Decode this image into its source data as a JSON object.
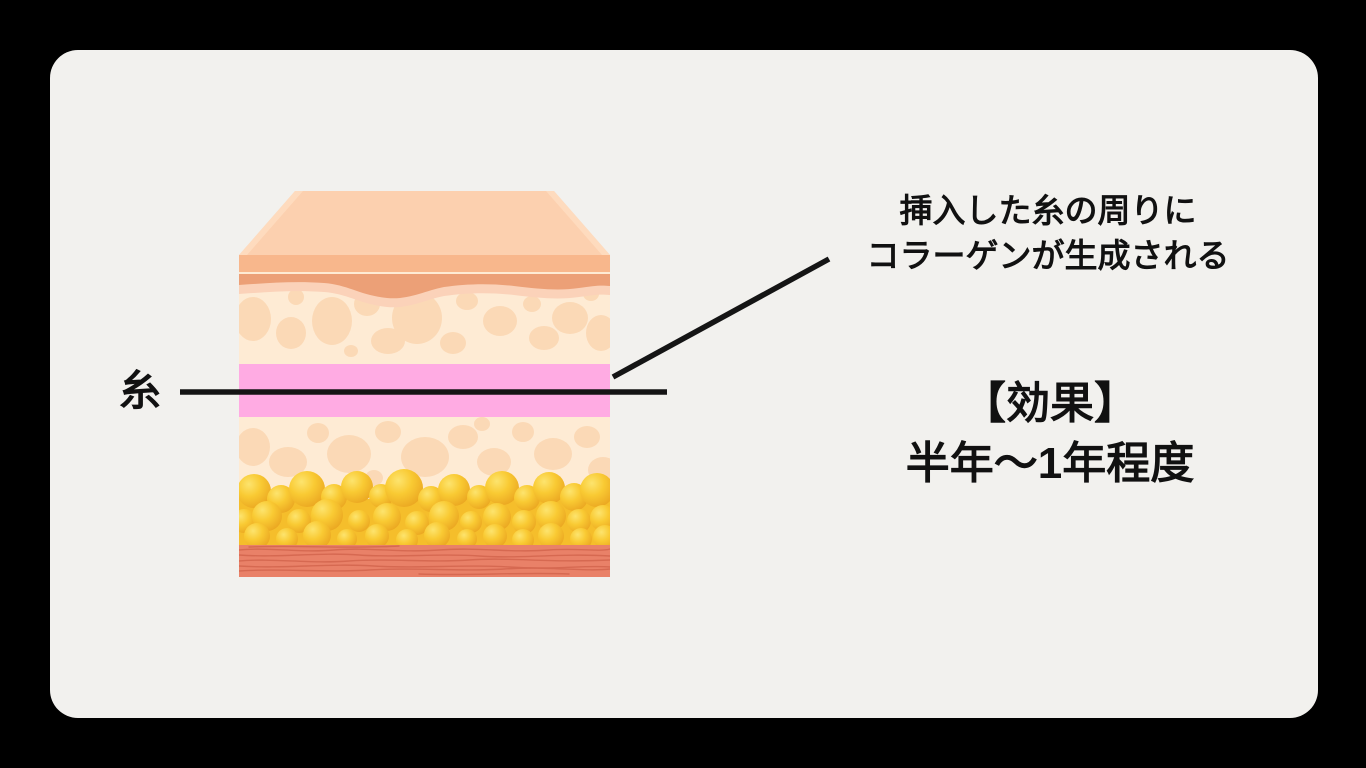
{
  "page": {
    "background": "#000000"
  },
  "card": {
    "background": "#F2F1EE"
  },
  "diagram": {
    "thread_label": "糸",
    "colors": {
      "skin_top_face": "#FCD0AF",
      "skin_top_edge_highlight": "#FFE3C8",
      "epidermis_band": "#F8B78C",
      "epidermis_wave": "#ECA077",
      "epidermis_wave_underlay": "#FBD2B9",
      "dermis_base": "#FEEBD4",
      "dermis_bubble": "#FBD9B6",
      "thread_band": "#FFABE3",
      "fat_highlight": "#FDE46E",
      "fat_core": "#F9CA33",
      "fat_shadow": "#E9A31F",
      "fat_base": "#F5BE2B",
      "muscle": "#E98168",
      "muscle_fiber": "#D3654E",
      "pointer_line": "#151515",
      "text": "#111111"
    }
  },
  "annotation": {
    "line1": "挿入した糸の周りに",
    "line2": "コラーゲンが生成される"
  },
  "effect": {
    "heading": "【効果】",
    "duration": "半年〜1年程度"
  }
}
